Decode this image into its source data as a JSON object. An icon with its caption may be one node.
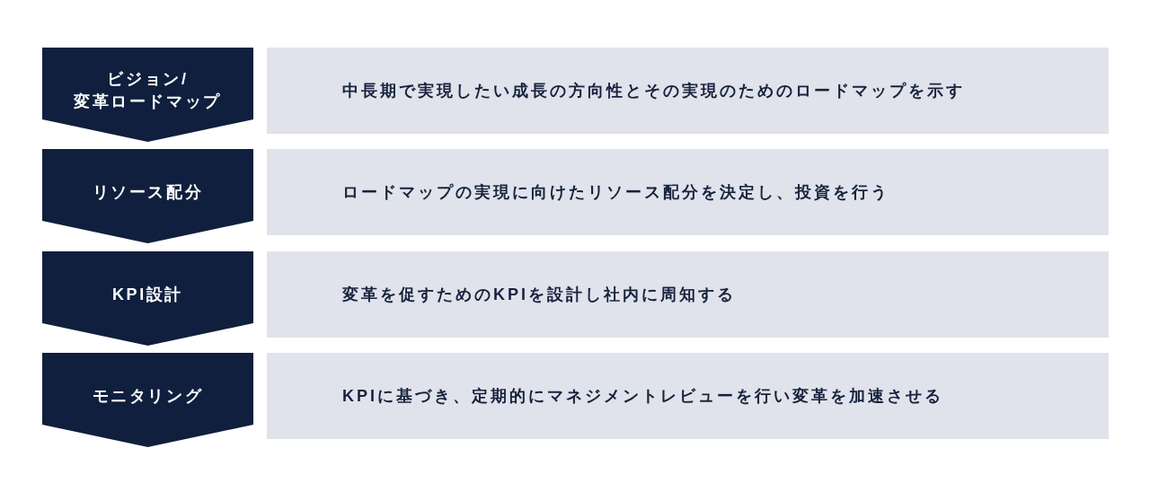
{
  "diagram": {
    "nodes": [
      {
        "text": [
          "ビジョン/変革ロードマップ"
        ]
      },
      {
        "text": [
          "中長期で実現したい成長の方向性とその実現のためのロードマップを示す"
        ]
      },
      {
        "text": [
          "リソース配分"
        ]
      },
      {
        "text": [
          "ロードマップの実現に向けたリソース配分を決定し、投資を行う"
        ]
      },
      {
        "text": [
          "KPI設計"
        ]
      },
      {
        "text": [
          "変革を促すためのKPIを設計し社内に周知する"
        ]
      },
      {
        "text": [
          "モニタリング"
        ]
      },
      {
        "text": [
          "KPIに基づき、定期的にマネジメントレビューを行い変革を加速させる"
        ]
      }
    ]
  }
}
